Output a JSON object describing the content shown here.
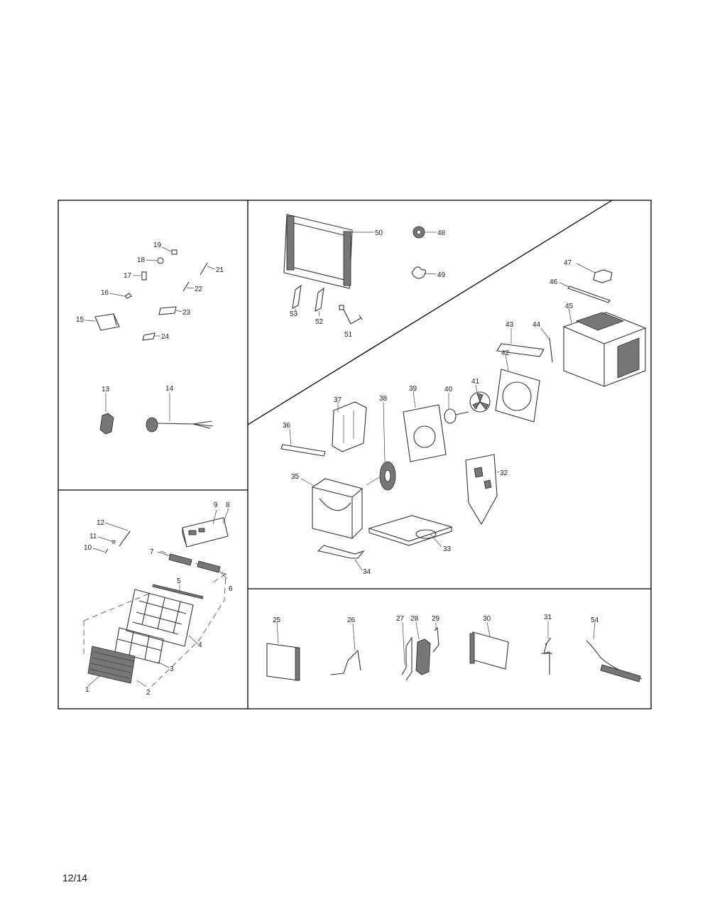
{
  "page_number": "12/14",
  "callouts": {
    "p1": "1",
    "p2": "2",
    "p3": "3",
    "p4": "4",
    "p5": "5",
    "p6": "6",
    "p7": "7",
    "p8": "8",
    "p9": "9",
    "p10": "10",
    "p11": "11",
    "p12": "12",
    "p13": "13",
    "p14": "14",
    "p15": "15",
    "p16": "16",
    "p17": "17",
    "p18": "18",
    "p19": "19",
    "p21": "21",
    "p22": "22",
    "p23": "23",
    "p24": "24",
    "p25": "25",
    "p26": "26",
    "p27": "27",
    "p28": "28",
    "p29": "29",
    "p30": "30",
    "p31": "31",
    "p32": "32",
    "p33": "33",
    "p34": "34",
    "p35": "35",
    "p36": "36",
    "p37": "37",
    "p38": "38",
    "p39": "39",
    "p40": "40",
    "p41": "41",
    "p42": "42",
    "p43": "43",
    "p44": "44",
    "p45": "45",
    "p46": "46",
    "p47": "47",
    "p48": "48",
    "p49": "49",
    "p50": "50",
    "p51": "51",
    "p52": "52",
    "p53": "53",
    "p54": "54"
  }
}
